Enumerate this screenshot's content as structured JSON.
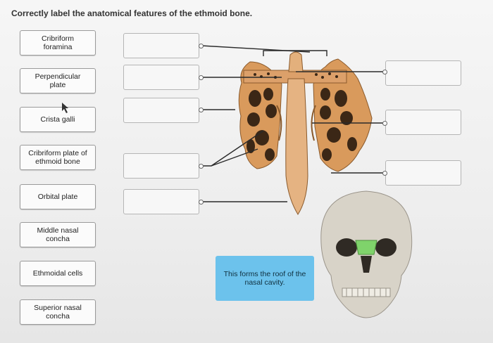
{
  "question": "Correctly label the anatomical features of the ethmoid bone.",
  "labels": [
    {
      "text": "Cribriform\nforamina"
    },
    {
      "text": "Perpendicular\nplate"
    },
    {
      "text": "Crista galli"
    },
    {
      "text": "Cribriform plate of\nethmoid bone"
    },
    {
      "text": "Orbital plate"
    },
    {
      "text": "Middle nasal\nconcha"
    },
    {
      "text": "Ethmoidal cells"
    },
    {
      "text": "Superior nasal\nconcha"
    }
  ],
  "tooltip": "This forms the roof of the\nnasal cavity.",
  "colors": {
    "bone": "#d99a5c",
    "bone_dark": "#3b2716",
    "highlight_green": "#7fd36b",
    "tooltip_bg": "#6cc2ec"
  },
  "icons": [
    "cursor-arrow-icon"
  ]
}
